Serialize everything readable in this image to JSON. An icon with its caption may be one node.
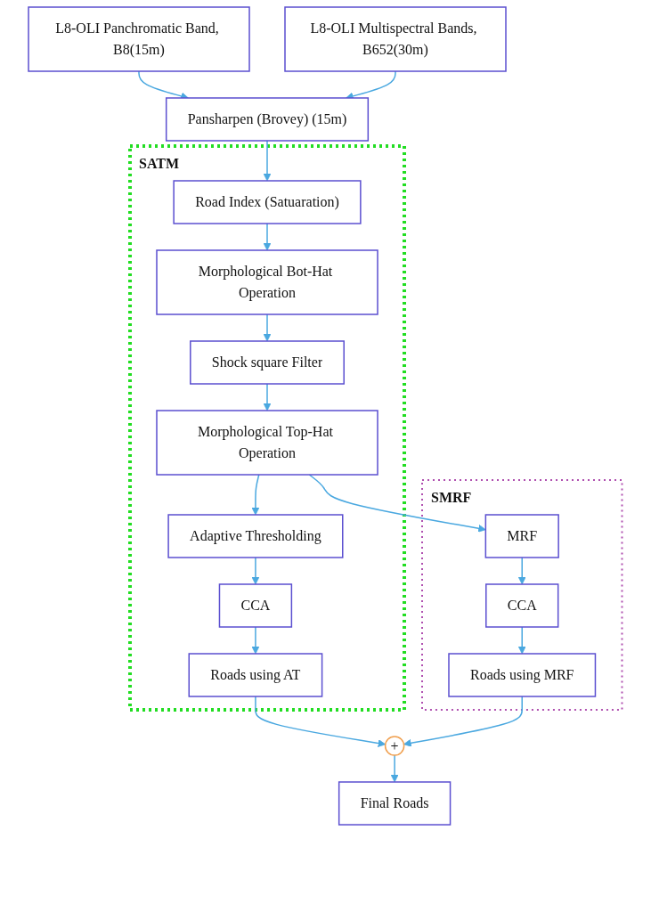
{
  "diagram": {
    "nodes": [
      {
        "text": [
          "L8-OLI Panchromatic Band, B8(15m)"
        ]
      },
      {
        "text": [
          "L8-OLI Multispectral Bands, B652(30m)"
        ]
      },
      {
        "text": [
          "Pansharpen (Brovey) (15m)"
        ]
      },
      {
        "text": [
          "SATM"
        ]
      },
      {
        "text": [
          "Road Index (Satuaration)"
        ],
        "in": 3
      },
      {
        "text": [
          "Morphological Bot-Hat Operation"
        ],
        "in": 3
      },
      {
        "text": [
          "Shock square Filter"
        ],
        "in": 3
      },
      {
        "text": [
          "Morphological Top-Hat Operation"
        ],
        "in": 3
      },
      {
        "text": [
          "Adaptive Thresholding"
        ],
        "in": 3
      },
      {
        "text": [
          "CCA"
        ],
        "in": 3
      },
      {
        "text": [
          "Roads using AT"
        ],
        "in": 3
      },
      {
        "text": [
          "SMRF"
        ]
      },
      {
        "text": [
          "MRF"
        ],
        "in": 11
      },
      {
        "text": [
          "CCA"
        ],
        "in": 11
      },
      {
        "text": [
          "Roads using MRF"
        ],
        "in": 11
      },
      {
        "text": [
          "+"
        ]
      },
      {
        "text": [
          "Final Roads"
        ]
      }
    ],
    "edges": [
      {
        "from": 0,
        "to": 2,
        "arrow": "to"
      },
      {
        "from": 1,
        "to": 2,
        "arrow": "to"
      },
      {
        "from": 2,
        "to": 4,
        "arrow": "to"
      },
      {
        "from": 4,
        "to": 5,
        "arrow": "to"
      },
      {
        "from": 5,
        "to": 6,
        "arrow": "to"
      },
      {
        "from": 6,
        "to": 7,
        "arrow": "to"
      },
      {
        "from": 7,
        "to": 8,
        "arrow": "to"
      },
      {
        "from": 7,
        "to": 12,
        "arrow": "to"
      },
      {
        "from": 8,
        "to": 9,
        "arrow": "to"
      },
      {
        "from": 9,
        "to": 10,
        "arrow": "to"
      },
      {
        "from": 12,
        "to": 13,
        "arrow": "to"
      },
      {
        "from": 13,
        "to": 14,
        "arrow": "to"
      },
      {
        "from": 10,
        "to": 15,
        "arrow": "to"
      },
      {
        "from": 14,
        "to": 15,
        "arrow": "to"
      },
      {
        "from": 15,
        "to": 16,
        "arrow": "to"
      }
    ]
  }
}
